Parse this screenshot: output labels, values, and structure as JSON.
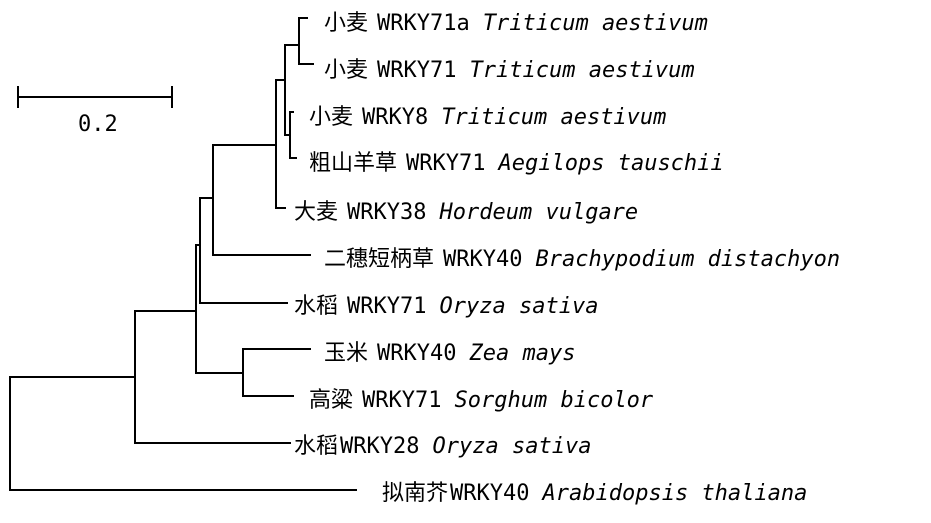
{
  "scale_bar": {
    "label": "0.2"
  },
  "taxa": [
    {
      "name": "小麦",
      "gene": "WRKY71a",
      "species": "Triticum aestivum"
    },
    {
      "name": "小麦",
      "gene": "WRKY71",
      "species": "Triticum aestivum"
    },
    {
      "name": "小麦",
      "gene": "WRKY8",
      "species": "Triticum aestivum"
    },
    {
      "name": "粗山羊草",
      "gene": "WRKY71",
      "species": "Aegilops tauschii"
    },
    {
      "name": "大麦",
      "gene": "WRKY38",
      "species": "Hordeum vulgare"
    },
    {
      "name": "二穗短柄草",
      "gene": "WRKY40",
      "species": "Brachypodium distachyon"
    },
    {
      "name": "水稻",
      "gene": "WRKY71",
      "species": "Oryza sativa"
    },
    {
      "name": "玉米",
      "gene": "WRKY40",
      "species": "Zea mays"
    },
    {
      "name": "高粱",
      "gene": "WRKY71",
      "species": "Sorghum bicolor"
    },
    {
      "name": "水稻",
      "gene": "WRKY28",
      "species": "Oryza sativa"
    },
    {
      "name": "拟南芥",
      "gene": "WRKY40",
      "species": "Arabidopsis thaliana"
    }
  ]
}
